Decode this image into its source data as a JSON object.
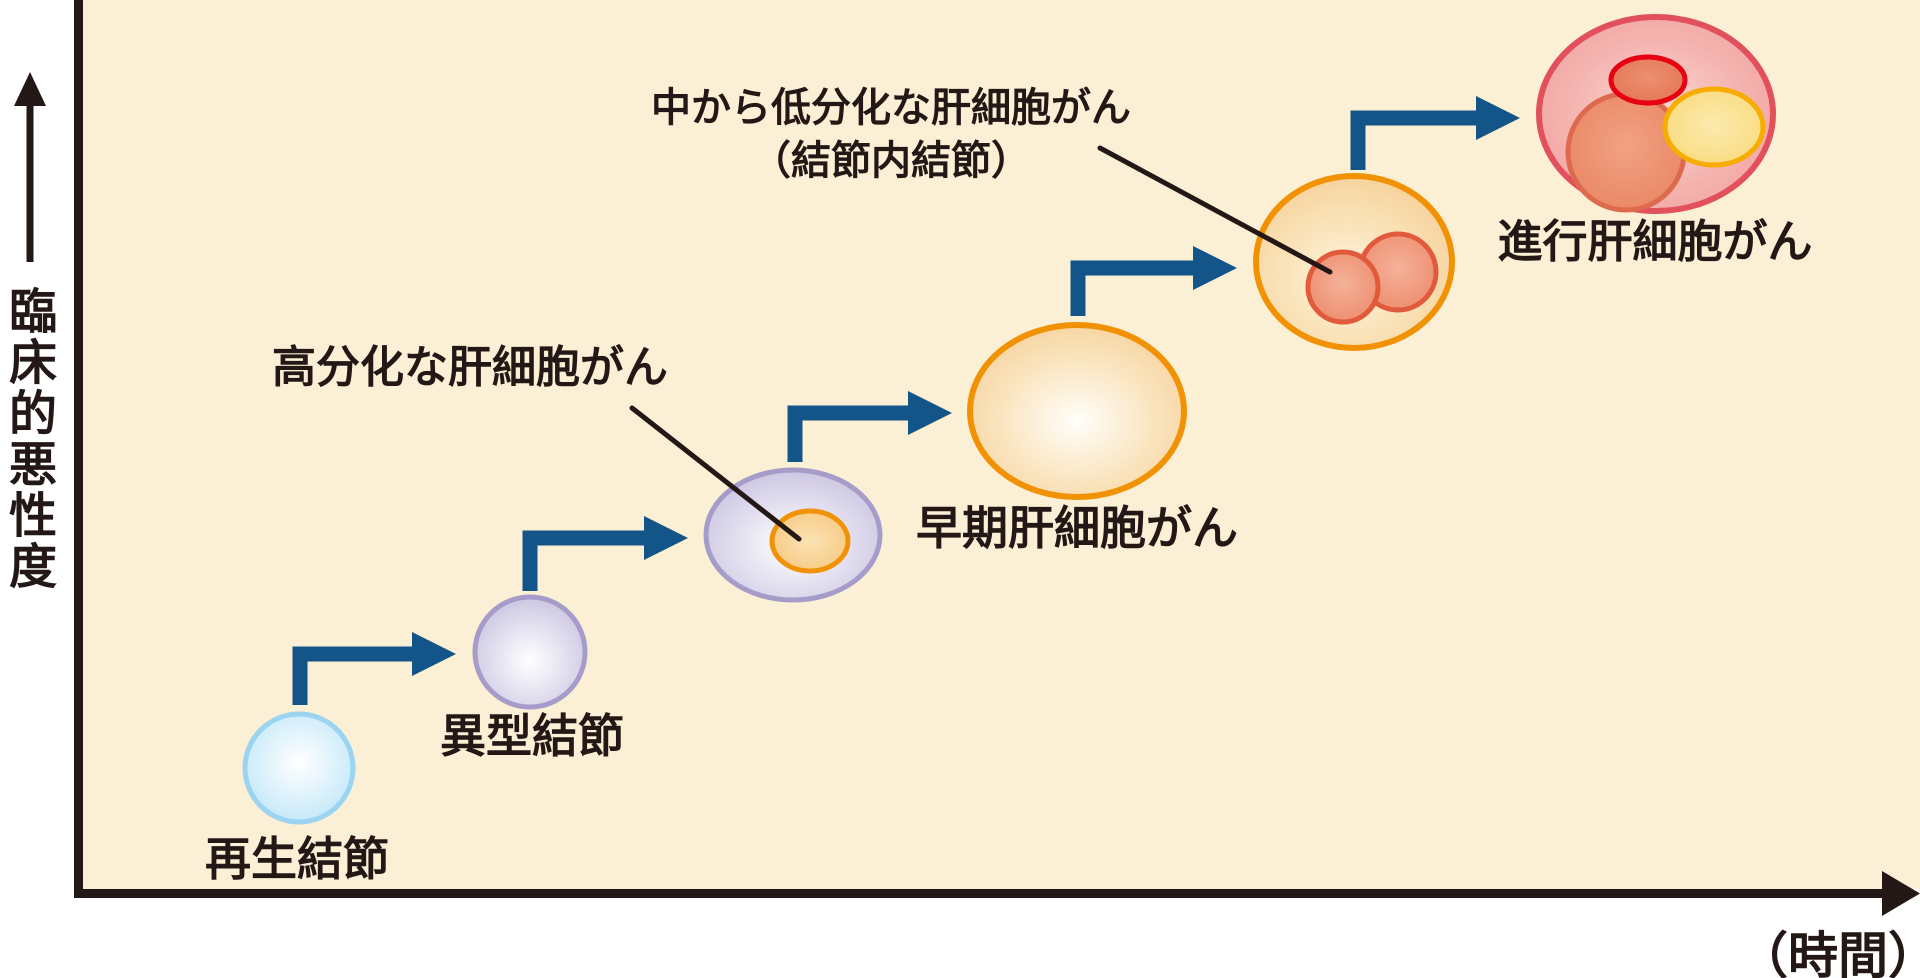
{
  "figure": {
    "description": "肝細胞がんの多段階発育の模式図"
  },
  "axes": {
    "y_label": "臨床的悪性度",
    "x_label": "（時間）"
  },
  "stages": [
    {
      "name": "regenerative-nodule",
      "label": "再生結節"
    },
    {
      "name": "dysplastic-nodule",
      "label": "異型結節"
    },
    {
      "name": "well-differentiated-hcc",
      "label": "高分化な肝細胞がん"
    },
    {
      "name": "early-hcc",
      "label": "早期肝細胞がん"
    },
    {
      "name": "nodule-in-nodule-hcc",
      "label": "中から低分化な肝細胞がん",
      "sublabel": "（結節内結節）"
    },
    {
      "name": "advanced-hcc",
      "label": "進行肝細胞がん"
    }
  ],
  "colors": {
    "plot_background": "#FBF0D5",
    "axis_ink": "#231815",
    "arrow_blue": "#135588",
    "regenerative_nodule_blue": "#B8E3F8",
    "dysplastic_nodule_purple": "#C3BCDB",
    "hcc_orange_border": "#F19204",
    "inner_nodule_salmon": "#EC8666",
    "advanced_pink": "#EF9E9F",
    "advanced_pink_border": "#E1505B",
    "advanced_red_border": "#E60012",
    "advanced_yellow": "#F7D671"
  }
}
